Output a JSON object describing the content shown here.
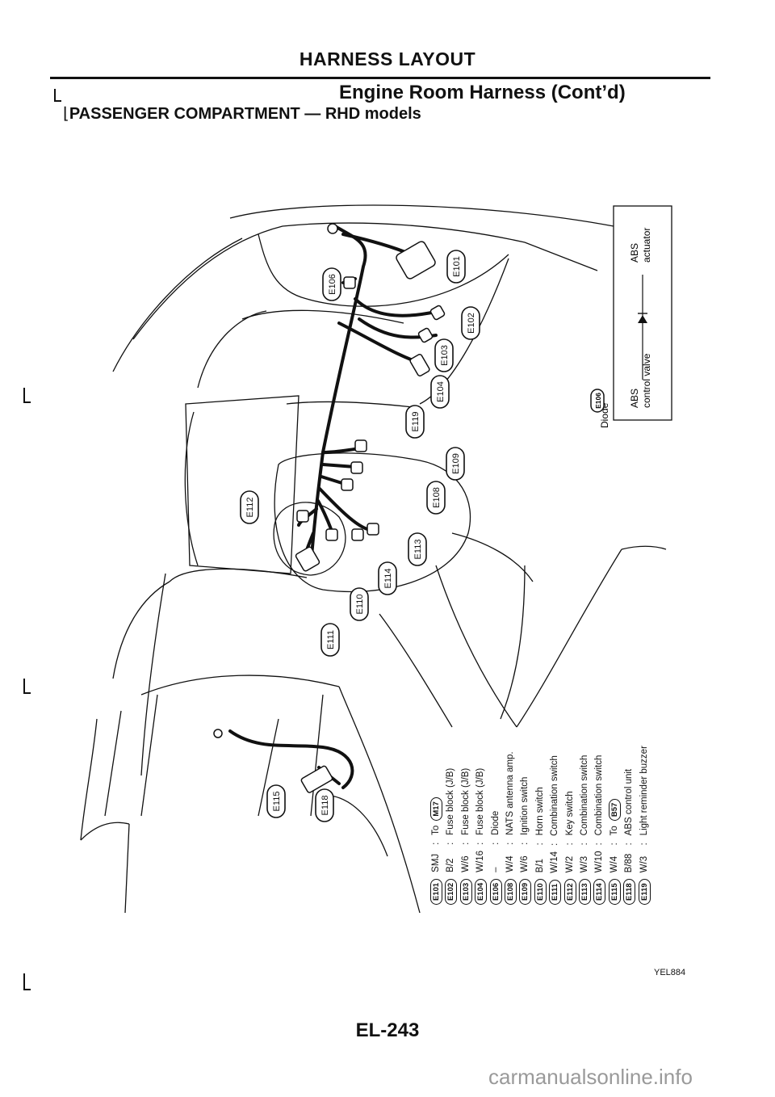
{
  "header": {
    "title": "HARNESS LAYOUT",
    "subtitle": "Engine Room Harness (Cont’d)",
    "section": "PASSENGER COMPARTMENT — RHD models"
  },
  "connectors": [
    "E101",
    "E102",
    "E103",
    "E104",
    "E106",
    "E108",
    "E109",
    "E110",
    "E111",
    "E112",
    "E113",
    "E114",
    "E115",
    "E118",
    "E119"
  ],
  "diode_box": {
    "label": "Diode",
    "connector": "E106",
    "left_label_1": "ABS",
    "left_label_2": "control valve",
    "right_label_1": "ABS",
    "right_label_2": "actuator"
  },
  "legend": [
    {
      "id": "E101",
      "wire": "SMJ",
      "sep": ":",
      "desc": "To",
      "ref": "M17"
    },
    {
      "id": "E102",
      "wire": "B/2",
      "sep": ":",
      "desc": "Fuse block (J/B)"
    },
    {
      "id": "E103",
      "wire": "W/6",
      "sep": ":",
      "desc": "Fuse block (J/B)"
    },
    {
      "id": "E104",
      "wire": "W/16",
      "sep": ":",
      "desc": "Fuse block (J/B)"
    },
    {
      "id": "E106",
      "wire": "–",
      "sep": ":",
      "desc": "Diode"
    },
    {
      "id": "E108",
      "wire": "W/4",
      "sep": ":",
      "desc": "NATS antenna amp."
    },
    {
      "id": "E109",
      "wire": "W/6",
      "sep": ":",
      "desc": "Ignition switch"
    },
    {
      "id": "E110",
      "wire": "B/1",
      "sep": ":",
      "desc": "Horn switch"
    },
    {
      "id": "E111",
      "wire": "W/14",
      "sep": ":",
      "desc": "Combination switch"
    },
    {
      "id": "E112",
      "wire": "W/2",
      "sep": ":",
      "desc": "Key switch"
    },
    {
      "id": "E113",
      "wire": "W/3",
      "sep": ":",
      "desc": "Combination switch"
    },
    {
      "id": "E114",
      "wire": "W/10",
      "sep": ":",
      "desc": "Combination switch"
    },
    {
      "id": "E115",
      "wire": "W/4",
      "sep": ":",
      "desc": "To",
      "ref": "B57"
    },
    {
      "id": "E118",
      "wire": "B/88",
      "sep": ":",
      "desc": "ABS control unit"
    },
    {
      "id": "E119",
      "wire": "W/3",
      "sep": ":",
      "desc": "Light reminder buzzer"
    }
  ],
  "drawing_code": "YEL884",
  "page_number": "EL-243",
  "watermark": "carmanualsonline.info"
}
